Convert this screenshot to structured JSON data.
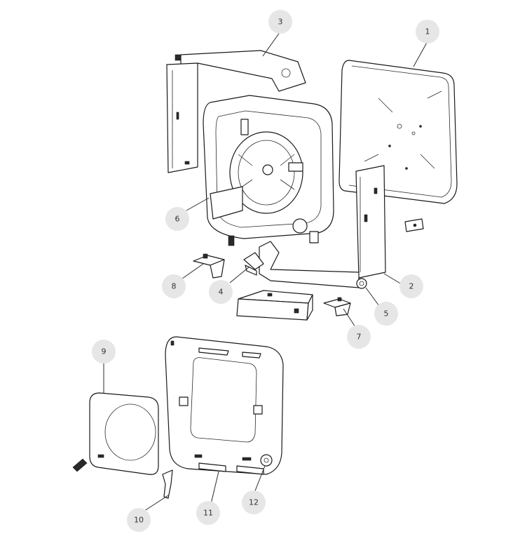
{
  "callouts": [
    {
      "id": "1",
      "label": "1"
    },
    {
      "id": "2",
      "label": "2"
    },
    {
      "id": "3",
      "label": "3"
    },
    {
      "id": "4",
      "label": "4"
    },
    {
      "id": "5",
      "label": "5"
    },
    {
      "id": "6",
      "label": "6"
    },
    {
      "id": "7",
      "label": "7"
    },
    {
      "id": "8",
      "label": "8"
    },
    {
      "id": "9",
      "label": "9"
    },
    {
      "id": "10",
      "label": "10"
    },
    {
      "id": "11",
      "label": "11"
    },
    {
      "id": "12",
      "label": "12"
    }
  ],
  "colors": {
    "callout_fill": "#e6e6e6",
    "callout_text": "#333333",
    "line": "#1a1a1a"
  }
}
